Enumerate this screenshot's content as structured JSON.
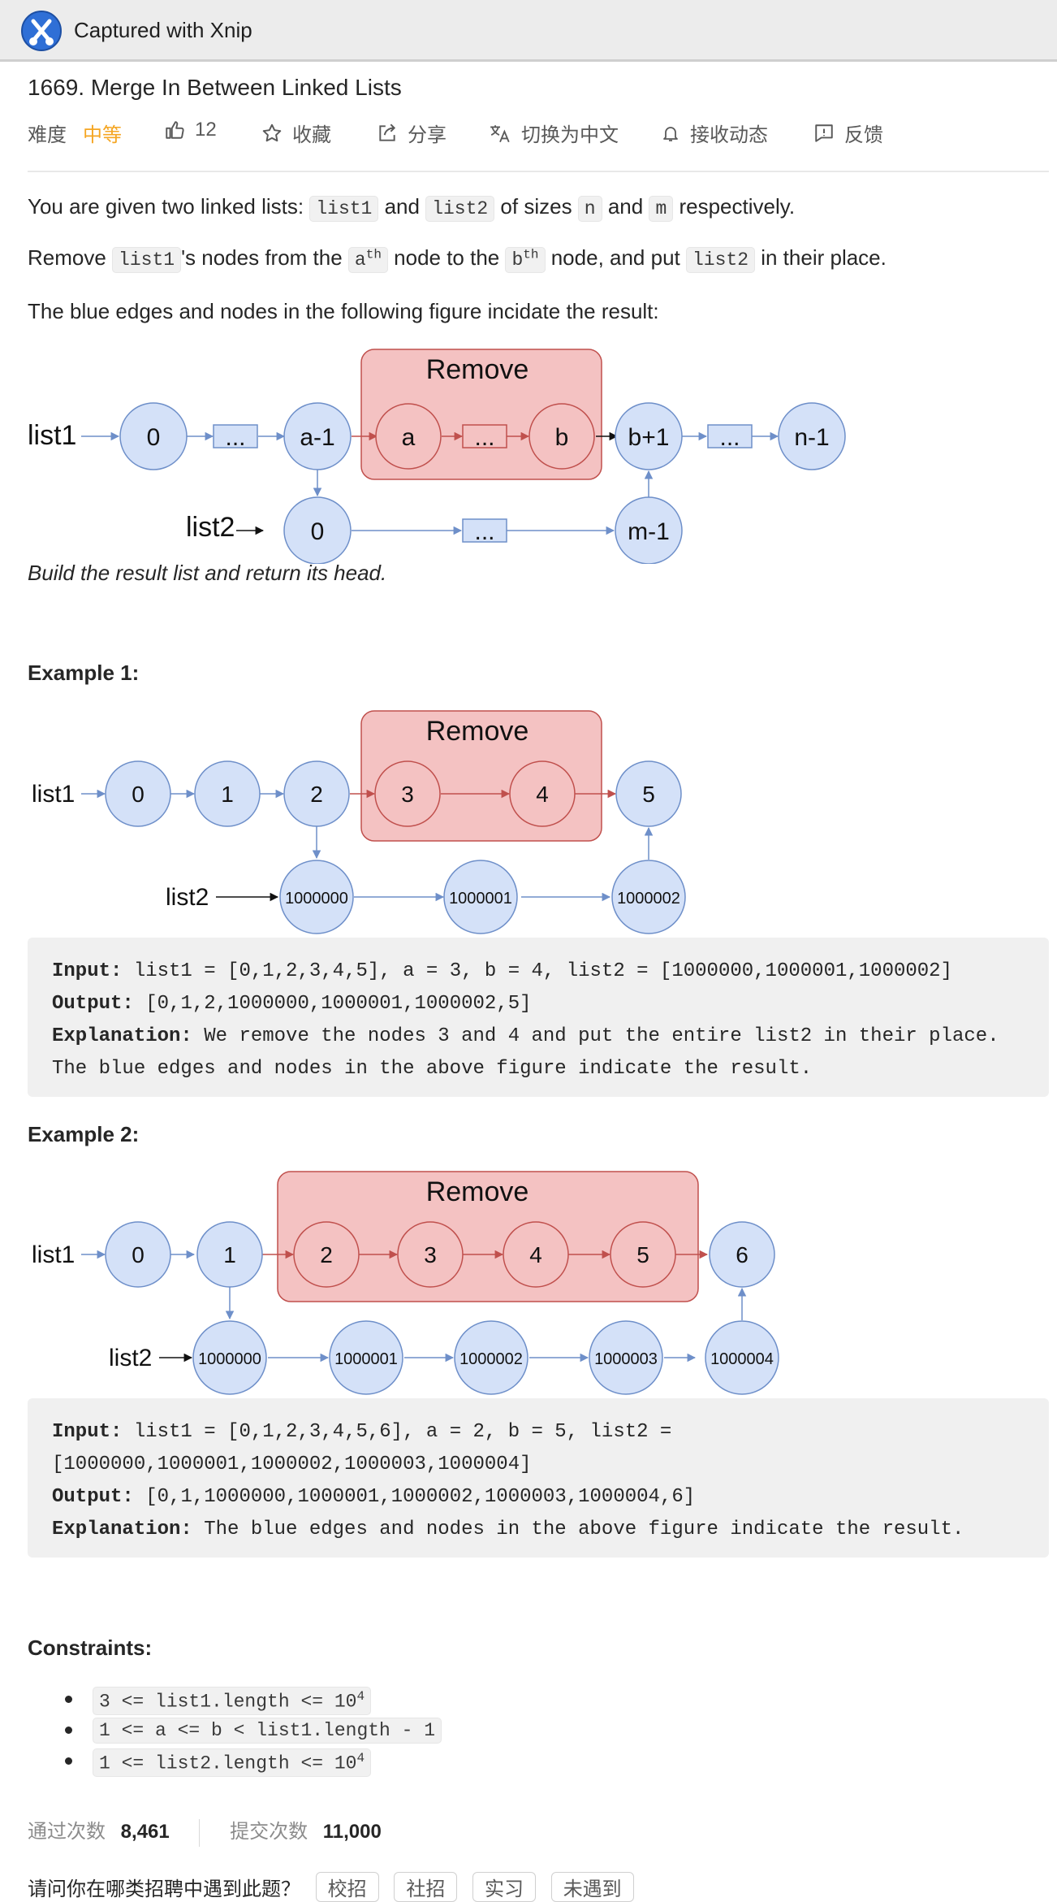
{
  "app": {
    "title": "Captured with Xnip"
  },
  "problem": {
    "title": "1669. Merge In Between Linked Lists",
    "meta": {
      "difficulty_label": "难度",
      "difficulty_value": "中等",
      "likes": "12",
      "favorite": "收藏",
      "share": "分享",
      "switch_lang": "切换为中文",
      "subscribe": "接收动态",
      "feedback": "反馈"
    },
    "desc": {
      "p1": {
        "t1": "You are given two linked lists: ",
        "c1": "list1",
        "t2": " and ",
        "c2": "list2",
        "t3": " of sizes ",
        "c3": "n",
        "t4": " and ",
        "c4": "m",
        "t5": " respectively."
      },
      "p2": {
        "t1": "Remove ",
        "c1": "list1",
        "t2": "'s nodes from the ",
        "c2": "a",
        "s2": "th",
        "t3": " node to the ",
        "c3": "b",
        "s3": "th",
        "t4": " node, and put ",
        "c4": "list2",
        "t5": " in their place."
      },
      "p3": "The blue edges and nodes in the following figure incidate the result:",
      "p4": "Build the result list and return its head."
    },
    "figure_main": {
      "remove": "Remove",
      "list1": "list1",
      "list2": "list2",
      "nodes1": [
        "0",
        "...",
        "a-1",
        "a",
        "...",
        "b",
        "b+1",
        "...",
        "n-1"
      ],
      "nodes2": [
        "0",
        "...",
        "m-1"
      ]
    },
    "example1": {
      "heading": "Example 1:",
      "figure": {
        "remove": "Remove",
        "list1": "list1",
        "list2": "list2",
        "nodes1": [
          "0",
          "1",
          "2",
          "3",
          "4",
          "5"
        ],
        "nodes2": [
          "1000000",
          "1000001",
          "1000002"
        ]
      },
      "input_label": "Input:",
      "input": " list1 = [0,1,2,3,4,5], a = 3, b = 4, list2 = [1000000,1000001,1000002]",
      "output_label": "Output:",
      "output": " [0,1,2,1000000,1000001,1000002,5]",
      "explanation_label": "Explanation:",
      "explanation": " We remove the nodes 3 and 4 and put the entire list2 in their place.",
      "explanation2": "The blue edges and nodes in the above figure indicate the result."
    },
    "example2": {
      "heading": "Example 2:",
      "figure": {
        "remove": "Remove",
        "list1": "list1",
        "list2": "list2",
        "nodes1": [
          "0",
          "1",
          "2",
          "3",
          "4",
          "5",
          "6"
        ],
        "nodes2": [
          "1000000",
          "1000001",
          "1000002",
          "1000003",
          "1000004"
        ]
      },
      "input_label": "Input:",
      "input": " list1 = [0,1,2,3,4,5,6], a = 2, b = 5, list2 =",
      "input2": "[1000000,1000001,1000002,1000003,1000004]",
      "output_label": "Output:",
      "output": " [0,1,1000000,1000001,1000002,1000003,1000004,6]",
      "explanation_label": "Explanation:",
      "explanation": " The blue edges and nodes in the above figure indicate the result."
    },
    "constraints": {
      "heading": "Constraints:",
      "items": [
        {
          "text": "3 <= list1.length <= 10",
          "sup": "4"
        },
        {
          "text": "1 <= a <= b < list1.length - 1",
          "sup": ""
        },
        {
          "text": "1 <= list2.length <= 10",
          "sup": "4"
        }
      ]
    },
    "stats": {
      "accepted_label": "通过次数",
      "accepted_value": "8,461",
      "submissions_label": "提交次数",
      "submissions_value": "11,000"
    },
    "bottom": {
      "text": "请问你在哪类招聘中遇到此题？",
      "tags": [
        "校招",
        "社招",
        "实习",
        "未遇到"
      ]
    }
  },
  "colors": {
    "node_blue": "#d4e1f8",
    "node_blue_stroke": "#6e8fc9",
    "remove_fill": "#f4c2c2",
    "remove_stroke": "#c0504d",
    "difficulty": "#f5a623"
  }
}
